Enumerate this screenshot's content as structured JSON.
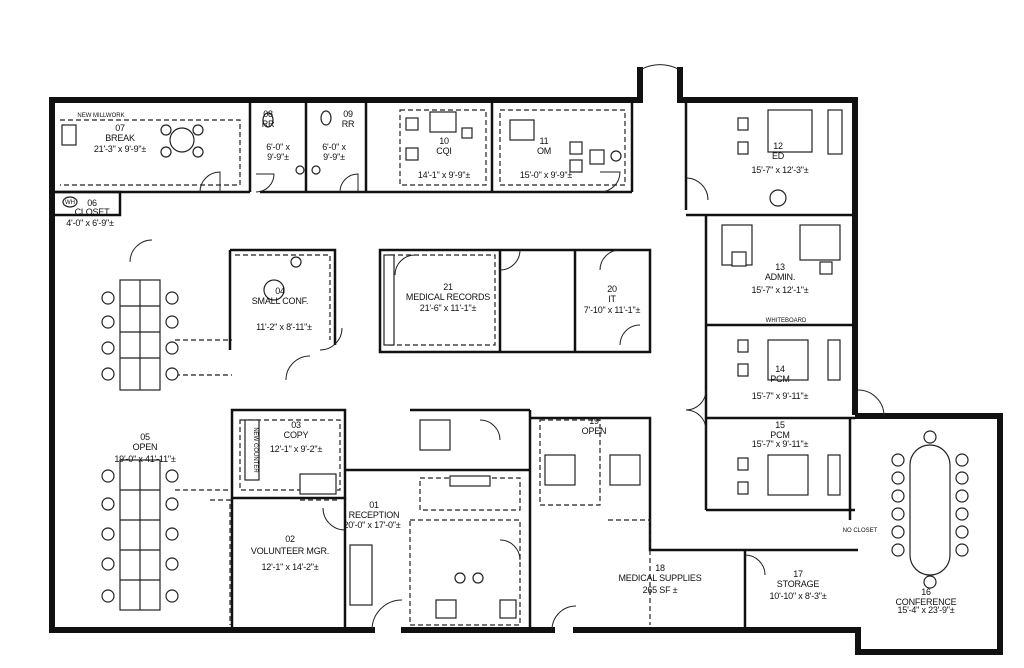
{
  "rooms": {
    "r07": {
      "num": "07",
      "name": "BREAK",
      "dim": "21'-3\" x 9'-9\"±"
    },
    "r08": {
      "num": "08",
      "name": "RR",
      "dim1": "6'-0\" x",
      "dim2": "9'-9\"±"
    },
    "r09": {
      "num": "09",
      "name": "RR",
      "dim1": "6'-0\" x",
      "dim2": "9'-9\"±"
    },
    "r10": {
      "num": "10",
      "name": "CQI",
      "dim": "14'-1\" x 9'-9\"±"
    },
    "r11": {
      "num": "11",
      "name": "OM",
      "dim": "15'-0\" x 9'-9\"±"
    },
    "r12": {
      "num": "12",
      "name": "ED",
      "dim": "15'-7\" x 12'-3\"±"
    },
    "r06": {
      "num": "06",
      "name": "CLOSET",
      "dim": "4'-0\" x 6'-9\"±"
    },
    "r21": {
      "num": "21",
      "name": "MEDICAL RECORDS",
      "dim": "21'-6\" x 11'-1\"±"
    },
    "r20": {
      "num": "20",
      "name": "IT",
      "dim": "7'-10\" x 11'-1\"±"
    },
    "r13": {
      "num": "13",
      "name": "ADMIN.",
      "dim": "15'-7\" x 12'-1\"±"
    },
    "r04": {
      "num": "04",
      "name": "SMALL CONF.",
      "dim": "11'-2\" x 8'-11\"±"
    },
    "r14": {
      "num": "14",
      "name": "PCM",
      "dim": "15'-7\" x 9'-11\"±"
    },
    "r05": {
      "num": "05",
      "name": "OPEN",
      "dim": "19'-0\" x 41'-11\"±"
    },
    "r03": {
      "num": "03",
      "name": "COPY",
      "dim": "12'-1\" x 9'-2\"±"
    },
    "r19": {
      "num": "19",
      "name": "OPEN"
    },
    "r15": {
      "num": "15",
      "name": "PCM",
      "dim": "15'-7\" x 9'-11\"±"
    },
    "r01": {
      "num": "01",
      "name": "RECEPTION",
      "dim": "20'-0\" x 17'-0\"±"
    },
    "r02": {
      "num": "02",
      "name": "VOLUNTEER MGR.",
      "dim": "12'-1\" x 14'-2\"±"
    },
    "r18": {
      "num": "18",
      "name": "MEDICAL SUPPLIES",
      "dim": "265 SF ±"
    },
    "r17": {
      "num": "17",
      "name": "STORAGE",
      "dim": "10'-10\" x 8'-3\"±"
    },
    "r16": {
      "num": "16",
      "name": "CONFERENCE",
      "dim": "15'-4\" x 23'-9\"±"
    }
  },
  "notes": {
    "new_millwork": "NEW MILLWORK",
    "wh": "WH",
    "whiteboard": "WHITEBOARD",
    "new_counter": "NEW COUNTER",
    "no_closet": "NO CLOSET"
  }
}
